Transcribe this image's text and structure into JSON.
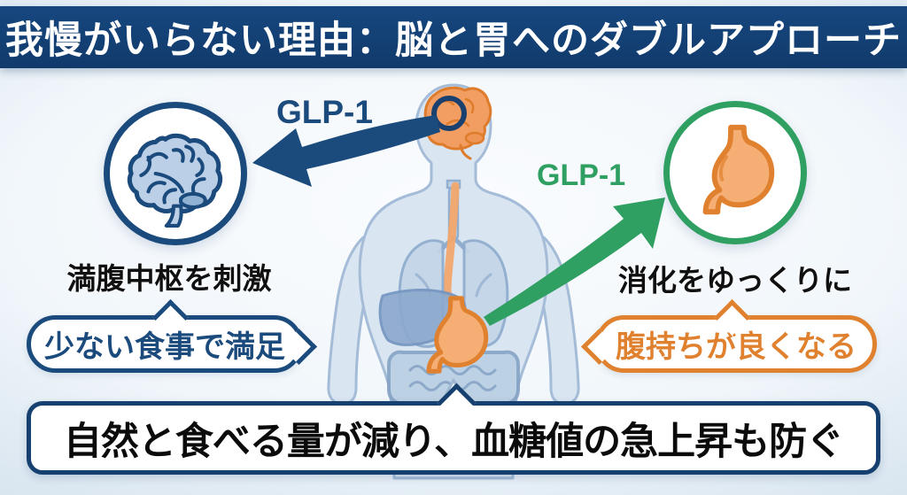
{
  "header": {
    "title": "我慢がいらない理由：脳と胃へのダブルアプローチ"
  },
  "brain_side": {
    "glp1_label": "GLP-1",
    "caption": "満腹中枢を刺激",
    "bubble": "少ない食事で満足"
  },
  "stomach_side": {
    "glp1_label": "GLP-1",
    "caption": "消化をゆっくりに",
    "bubble": "腹持ちが良くなる"
  },
  "footer": {
    "text": "自然と食べる量が減り、血糖値の急上昇も防ぐ"
  },
  "icons": {
    "left_circle": "brain-icon",
    "right_circle": "stomach-icon",
    "center": "human-body-illustration"
  },
  "colors": {
    "navy": "#1b4a7d",
    "navy_dark": "#16406f",
    "header_navy": "#16477f",
    "header_navy_dark": "#113a6b",
    "green": "#2fa062",
    "orange": "#e0812f",
    "organ_fill_orange": "#f5ae74",
    "body_blue": "#d9e5f1",
    "body_outline": "#a4bcd7"
  }
}
